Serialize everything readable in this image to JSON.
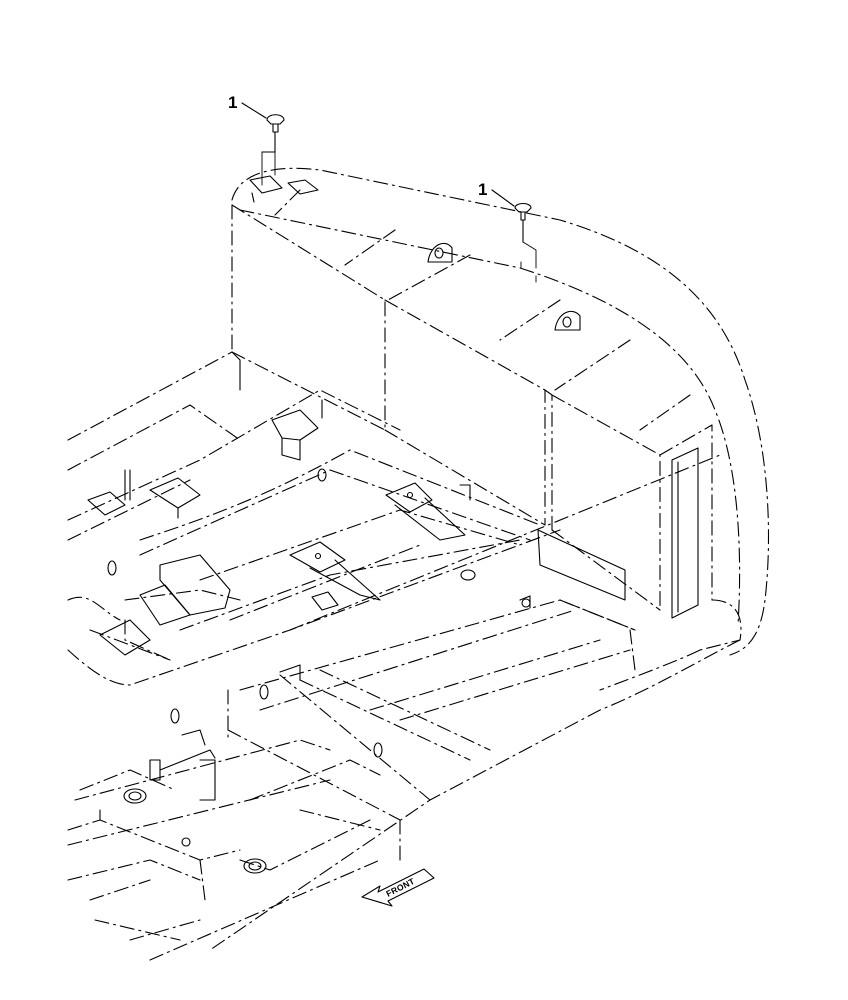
{
  "callouts": [
    {
      "label": "1",
      "part": "bolt"
    },
    {
      "label": "1",
      "part": "bolt"
    }
  ],
  "front_arrow": {
    "text": "FRONT"
  }
}
